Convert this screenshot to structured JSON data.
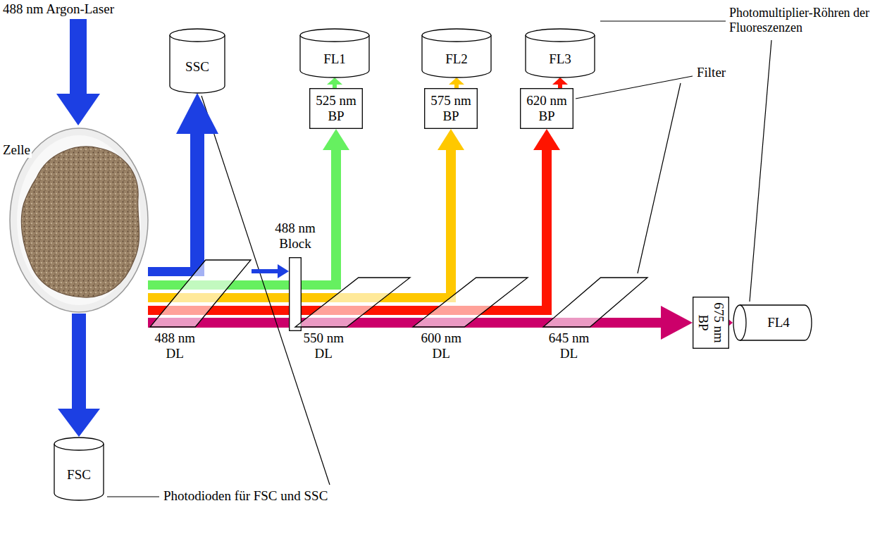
{
  "diagram": {
    "nodes": [
      {
        "text": [
          "Zelle"
        ]
      },
      {
        "text": [
          "SSC"
        ]
      },
      {
        "text": [
          "FL1"
        ]
      },
      {
        "text": [
          "FL2"
        ]
      },
      {
        "text": [
          "FL3"
        ]
      },
      {
        "text": [
          "525 nm BP"
        ]
      },
      {
        "text": [
          "575 nm BP"
        ]
      },
      {
        "text": [
          "620 nm BP"
        ]
      },
      {
        "text": [
          "488 nm Block"
        ]
      },
      {
        "text": [
          "488 nm DL"
        ]
      },
      {
        "text": [
          "550 nm DL"
        ]
      },
      {
        "text": [
          "600 nm DL"
        ]
      },
      {
        "text": [
          "645 nm DL"
        ]
      },
      {
        "text": [
          "675 nm BP"
        ]
      },
      {
        "text": [
          "FL4"
        ]
      },
      {
        "text": [
          "FSC"
        ]
      }
    ],
    "edges": [
      {
        "from": 0,
        "to": 15,
        "arrow": "to"
      },
      {
        "from": 9,
        "to": 1,
        "arrow": "to"
      },
      {
        "from": 9,
        "to": 8,
        "arrow": "to"
      },
      {
        "from": 10,
        "to": 5,
        "arrow": "to"
      },
      {
        "from": 11,
        "to": 6,
        "arrow": "to"
      },
      {
        "from": 12,
        "to": 7,
        "arrow": "to"
      },
      {
        "from": 12,
        "to": 13,
        "arrow": "to"
      },
      {
        "from": 5,
        "to": 2,
        "arrow": "to"
      },
      {
        "from": 6,
        "to": 3,
        "arrow": "to"
      },
      {
        "from": 7,
        "to": 4,
        "arrow": "to"
      },
      {
        "from": 13,
        "to": 14,
        "arrow": "to"
      }
    ],
    "labels": [
      "488 nm Argon-Laser",
      "Photomultiplier-Röhren der Fluoreszenzen",
      "Filter",
      "Photodioden für FSC und SSC"
    ]
  }
}
